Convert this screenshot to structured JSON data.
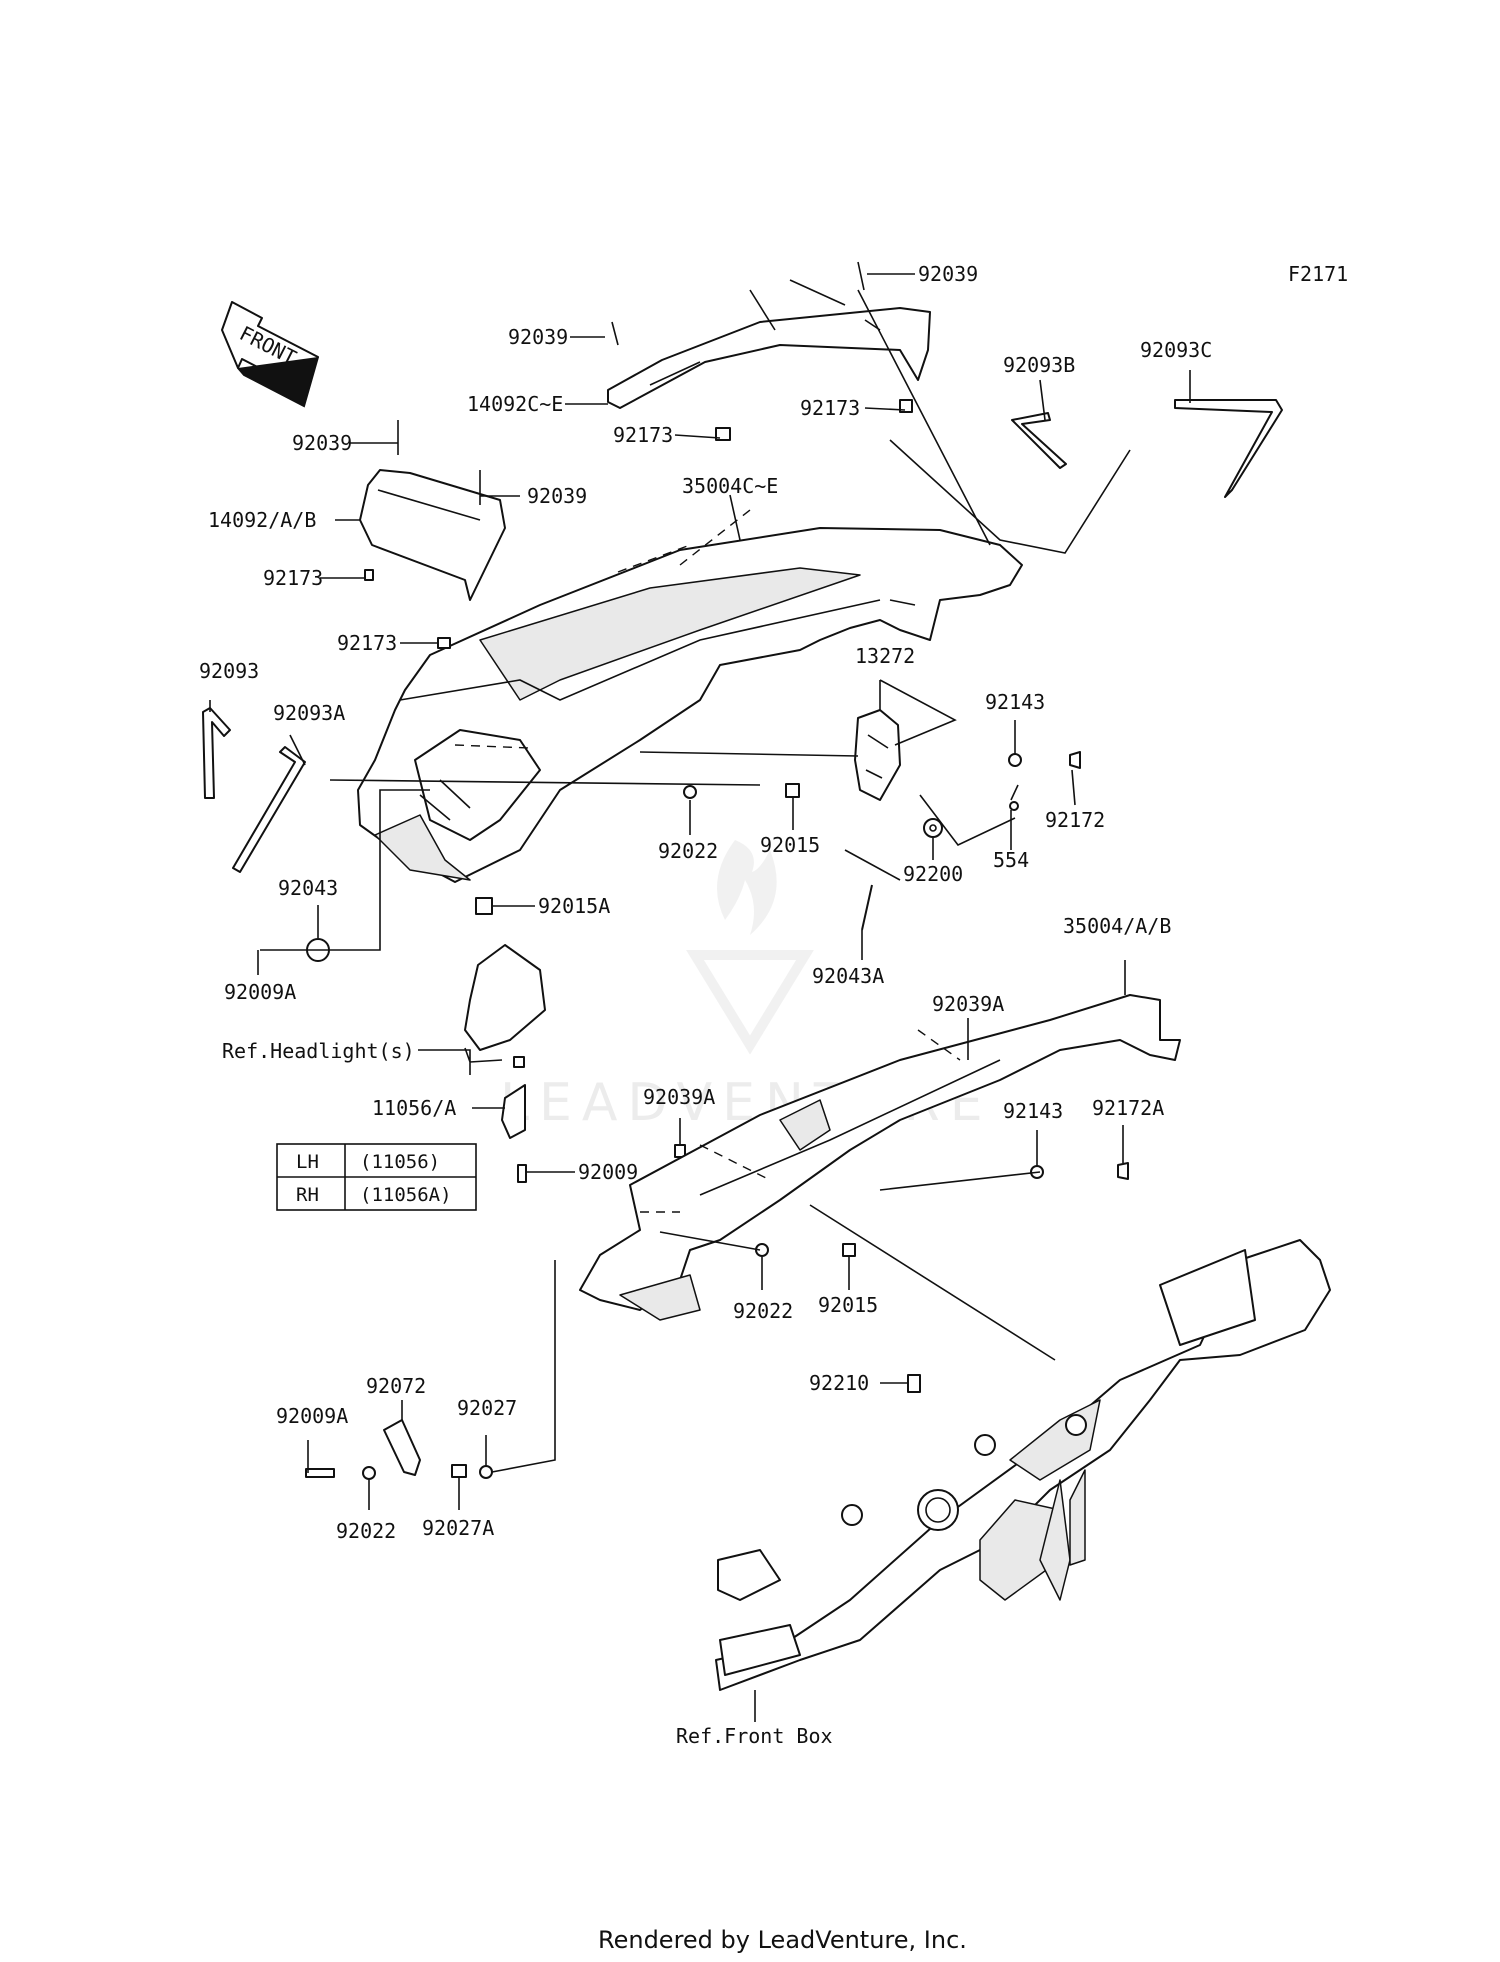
{
  "figure_id": "F2171",
  "front_arrow_label": "FRONT",
  "watermark": "LEADVENTURE",
  "footer": "Rendered by LeadVenture, Inc.",
  "refs": {
    "headlight": "Ref.Headlight(s)",
    "front_box": "Ref.Front Box"
  },
  "callouts": {
    "c_92039_top_right": "92039",
    "c_92039_top_left": "92039",
    "c_14092ce": "14092C~E",
    "c_92173_a": "92173",
    "c_92173_b": "92173",
    "c_92093b": "92093B",
    "c_92093c": "92093C",
    "c_92039_left": "92039",
    "c_92039_mid": "92039",
    "c_35004ce": "35004C~E",
    "c_14092ab": "14092/A/B",
    "c_92173_c": "92173",
    "c_92173_d": "92173",
    "c_92093": "92093",
    "c_92093a": "92093A",
    "c_13272": "13272",
    "c_92143_a": "92143",
    "c_92172": "92172",
    "c_92022_a": "92022",
    "c_92015_a": "92015",
    "c_92200": "92200",
    "c_554": "554",
    "c_92043": "92043",
    "c_92015a": "92015A",
    "c_92043a": "92043A",
    "c_92009a_a": "92009A",
    "c_92039a_a": "92039A",
    "c_35004ab": "35004/A/B",
    "c_11056a": "11056/A",
    "c_92009": "92009",
    "c_92039a_b": "92039A",
    "c_92143_b": "92143",
    "c_92172a": "92172A",
    "c_92022_b": "92022",
    "c_92015_b": "92015",
    "c_92072": "92072",
    "c_92009a_b": "92009A",
    "c_92027": "92027",
    "c_92210": "92210",
    "c_92022_c": "92022",
    "c_92027a": "92027A"
  },
  "side_table": {
    "rows": [
      {
        "side": "LH",
        "part": "(11056)"
      },
      {
        "side": "RH",
        "part": "(11056A)"
      }
    ]
  }
}
